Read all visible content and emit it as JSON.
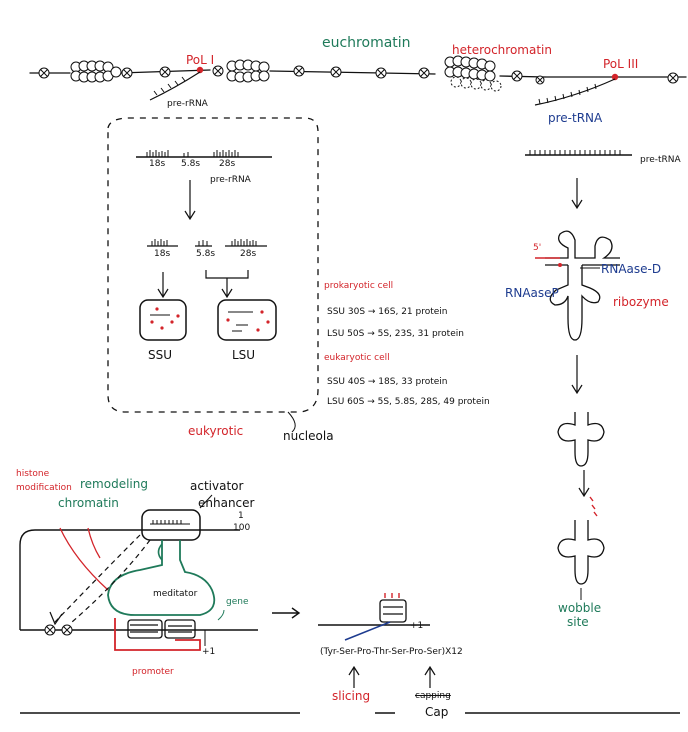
{
  "colors": {
    "ink": "#111111",
    "red": "#d3242a",
    "green": "#1f7a5a",
    "blue": "#1d3b8f"
  },
  "labels": {
    "euchromatin": "euchromatin",
    "heterochromatin": "heterochromatin",
    "pol1": "PoL I",
    "pol3": "PoL III",
    "pre_rrna_top": "pre-rRNA",
    "pre_trna_top": "pre-tRNA",
    "pre_trna_mid": "pre-tRNA",
    "pre_rrna_box": "pre-rRNA",
    "r18s": "18s",
    "r58s": "5.8s",
    "r28s": "28s",
    "r18s_b": "18s",
    "r58s_b": "5.8s",
    "r28s_b": "28s",
    "ssu": "SSU",
    "lsu": "LSU",
    "eukyrotic": "eukyrotic",
    "nucleola": "nucleola",
    "five_prime": "5'",
    "rnase_d": "RNAase-D",
    "rnase_p": "RNAaseP",
    "ribozyme": "ribozyme",
    "wobble": "wobble",
    "site": "site",
    "histone": "histone",
    "modification": "modification",
    "remodeling": "remodeling",
    "chromatin": "chromatin",
    "activator": "activator",
    "enhancer": "enhancer",
    "ratio": "1",
    "ratio_den": "100",
    "meditator": "meditator",
    "gene": "gene",
    "promoter": "promoter",
    "plus1_a": "+1",
    "plus1_b": "+1",
    "peptide": "(Tyr-Ser-Pro-Thr-Ser-Pro-Ser)X12",
    "slicing": "slicing",
    "capping": "capping",
    "cap": "Cap"
  },
  "ribosome": {
    "prokaryotic_title": "prokaryotic cell",
    "prokaryotic_lines": [
      "SSU 30S → 16S, 21 protein",
      "LSU 50S → 5S, 23S, 31 protein"
    ],
    "eukaryotic_title": "eukaryotic cell",
    "eukaryotic_lines": [
      "SSU 40S → 18S, 33 protein",
      "LSU 60S → 5S, 5.8S, 28S, 49 protein"
    ]
  }
}
